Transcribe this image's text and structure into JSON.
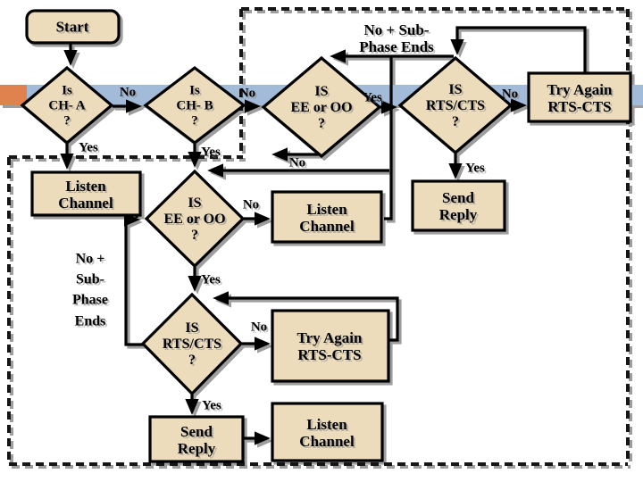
{
  "slide": {
    "colors": {
      "shape_fill": "#ecdcbb",
      "shape_border": "#000000",
      "band_blue": "#a2bbd8",
      "band_orange": "#e0824e",
      "shadow_gray": "#9e9e9e",
      "background": "#ffffff"
    },
    "nodes": {
      "start": {
        "type": "terminator",
        "label": "Start"
      },
      "is_ch_a": {
        "type": "decision",
        "lines": [
          "Is",
          "CH- A",
          "?"
        ]
      },
      "is_ch_b": {
        "type": "decision",
        "lines": [
          "Is",
          "CH- B",
          "?"
        ]
      },
      "is_ee_oo_top": {
        "type": "decision",
        "lines": [
          "IS",
          "EE or OO",
          "?"
        ]
      },
      "is_rts_cts_top": {
        "type": "decision",
        "lines": [
          "IS",
          "RTS/CTS",
          "?"
        ]
      },
      "try_again_top": {
        "type": "process",
        "lines": [
          "Try Again",
          "RTS-CTS"
        ]
      },
      "listen_channel_left": {
        "type": "process",
        "lines": [
          "Listen",
          "Channel"
        ]
      },
      "is_ee_oo_mid": {
        "type": "decision",
        "lines": [
          "IS",
          "EE or OO",
          "?"
        ]
      },
      "listen_channel_mid": {
        "type": "process",
        "lines": [
          "Listen",
          "Channel"
        ]
      },
      "send_reply_mid": {
        "type": "process",
        "lines": [
          "Send",
          "Reply"
        ]
      },
      "is_rts_cts_bottom": {
        "type": "decision",
        "lines": [
          "IS",
          "RTS/CTS",
          "?"
        ]
      },
      "try_again_bottom": {
        "type": "process",
        "lines": [
          "Try Again",
          "RTS-CTS"
        ]
      },
      "send_reply_bottom": {
        "type": "process",
        "lines": [
          "Send",
          "Reply"
        ]
      },
      "listen_channel_bottom": {
        "type": "process",
        "lines": [
          "Listen",
          "Channel"
        ]
      }
    },
    "edge_labels": {
      "ch_a_no": "No",
      "ch_a_yes": "Yes",
      "ch_b_no": "No",
      "ch_b_yes": "Yes",
      "ee_oo_top_yes": "Yes",
      "ee_oo_top_no": "No",
      "rts_cts_top_no": "No",
      "rts_cts_top_yes": "Yes",
      "ee_oo_mid_no": "No",
      "ee_oo_mid_yes": "Yes",
      "rts_cts_bottom_no": "No",
      "rts_cts_bottom_yes": "Yes"
    },
    "annotations": {
      "top_feedback_lines": [
        "No + Sub-",
        "Phase Ends"
      ],
      "left_feedback_lines": [
        "No +",
        "Sub-",
        "Phase",
        "Ends"
      ]
    }
  }
}
